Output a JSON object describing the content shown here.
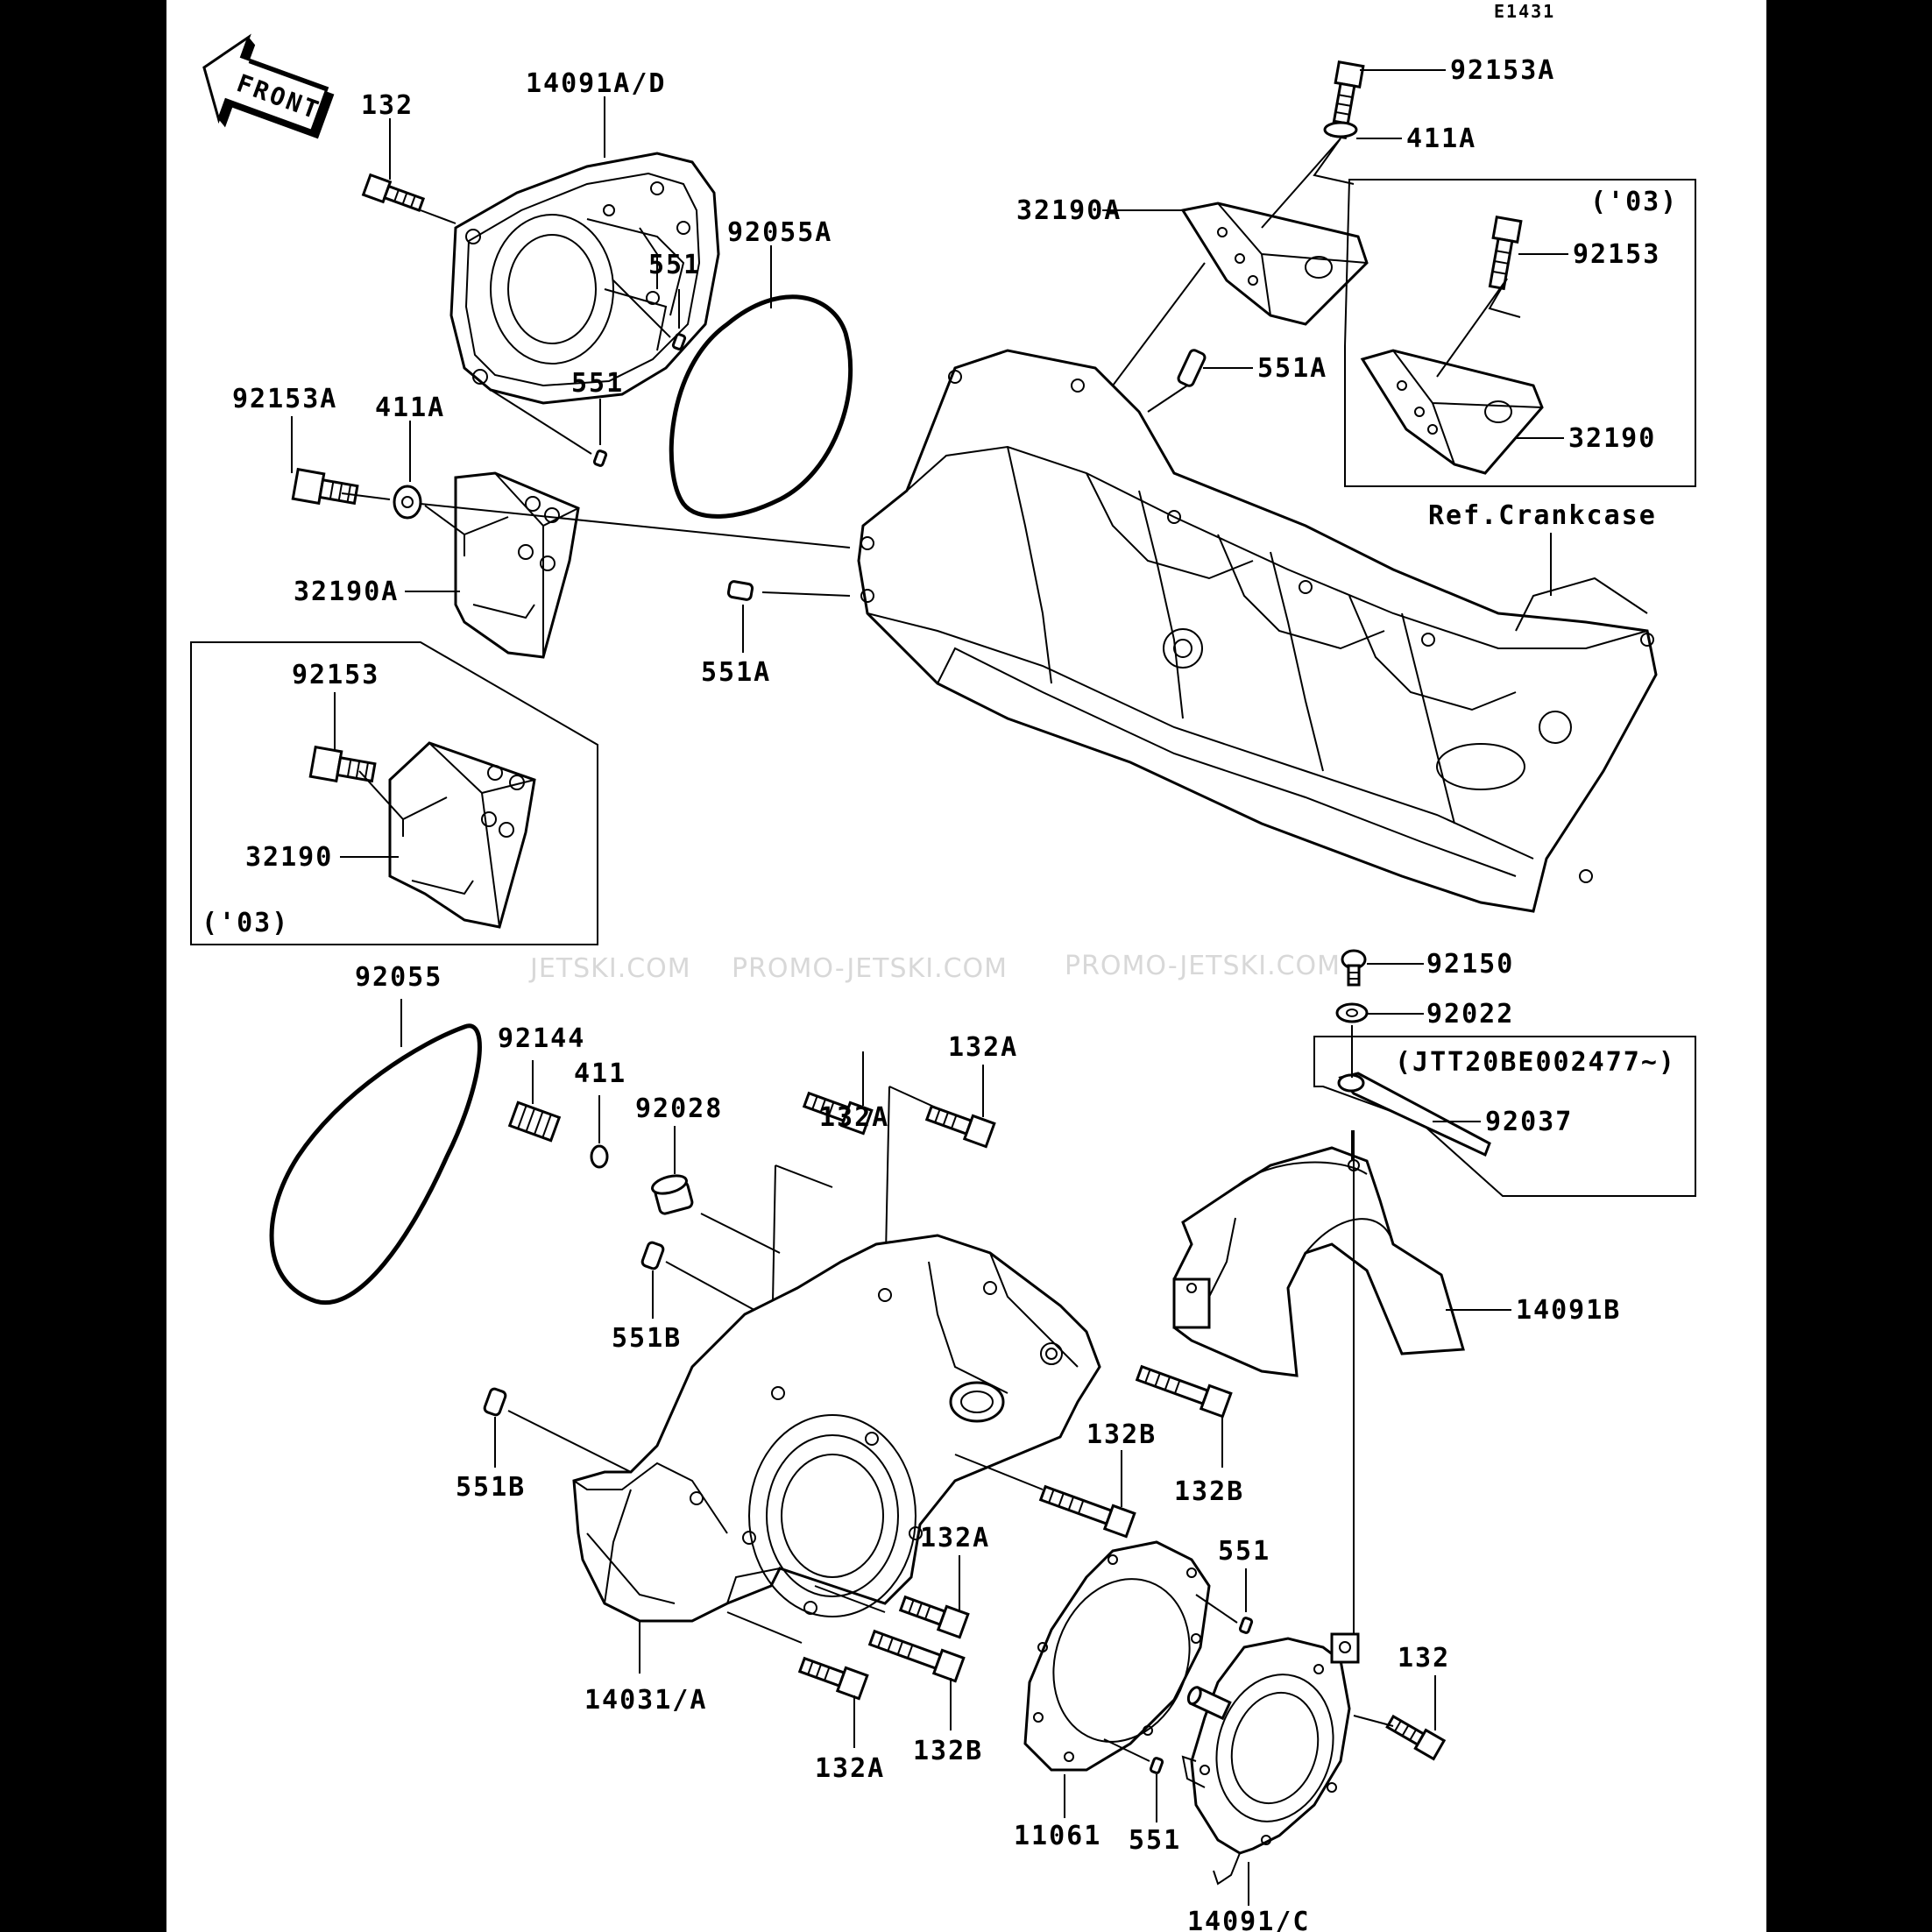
{
  "diagram_code": "E1431",
  "front_label": "FRONT",
  "reference_label": "Ref.Crankcase",
  "watermarks": [
    "JETSKI.COM",
    "PROMO-JETSKI.COM",
    "PROMO-JETSKI.COM"
  ],
  "callouts": {
    "p92153A_top": "92153A",
    "p411A_top": "411A",
    "p32190A_top": "32190A",
    "box03_top_year": "('03)",
    "p92153_top": "92153",
    "p32190_top": "32190",
    "p551A_top": "551A",
    "p132_top": "132",
    "p14091AD": "14091A/D",
    "p551_a": "551",
    "p551_b": "551",
    "p92055A": "92055A",
    "p92153A_left": "92153A",
    "p411A_left": "411A",
    "p32190A_left": "32190A",
    "p551A_left": "551A",
    "p92153_left": "92153",
    "p32190_left": "32190",
    "box03_left_year": "('03)",
    "p92055": "92055",
    "p92144": "92144",
    "p411": "411",
    "p92028": "92028",
    "p132A_1": "132A",
    "p132A_2": "132A",
    "p551B_1": "551B",
    "p551B_2": "551B",
    "p92150": "92150",
    "p92022": "92022",
    "serial_range": "(JTT20BE002477~)",
    "p92037": "92037",
    "p14091B": "14091B",
    "p132B_1": "132B",
    "p132B_2": "132B",
    "p132A_3": "132A",
    "p132A_4": "132A",
    "p132B_3": "132B",
    "p14031A": "14031/A",
    "p551_c": "551",
    "p551_d": "551",
    "p132_bottom": "132",
    "p11061": "11061",
    "p14091C": "14091/C"
  }
}
